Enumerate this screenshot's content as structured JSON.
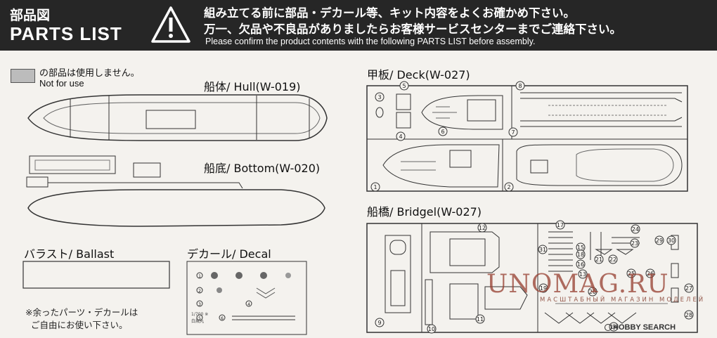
{
  "header": {
    "title_jp": "部品図",
    "title_en": "PARTS LIST",
    "warning_line1": "組み立てる前に部品・デカール等、キット内容をよくお確かめ下さい。",
    "warning_line2": "万一、欠品や不良品がありましたらお客様サービスセンターまでご連絡下さい。",
    "warning_line3": "Please confirm the product contents with the following PARTS LIST before assembly."
  },
  "legend": {
    "not_for_use_jp": "の部品は使用しません。",
    "not_for_use_en": "Not for use"
  },
  "sections": {
    "hull": "船体/ Hull(W-019)",
    "bottom": "船底/ Bottom(W-020)",
    "ballast": "バラスト/ Ballast",
    "decal": "デカール/ Decal",
    "deck": "甲板/ Deck(W-027)",
    "bridge": "船橋/ Bridgel(W-027)"
  },
  "note": {
    "line1": "※余ったパーツ・デカールは",
    "line2": "ご自由にお使い下さい。"
  },
  "deck_part_numbers": [
    "1",
    "2",
    "3",
    "4",
    "5",
    "6",
    "7",
    "8"
  ],
  "bridge_part_numbers": [
    "9",
    "10",
    "11",
    "12",
    "13",
    "14",
    "15",
    "16",
    "17",
    "18",
    "19",
    "20",
    "21",
    "22",
    "23",
    "24",
    "25",
    "26",
    "27",
    "28",
    "29",
    "30",
    "31"
  ],
  "decal_numbers": [
    "1",
    "2",
    "3",
    "4",
    "5",
    "6"
  ],
  "decal_text": {
    "scale": "1/700 ※",
    "name": "白鳳丸"
  },
  "watermark": {
    "main": "UNOMAG.RU",
    "sub": "МАСШТАБНЫЙ МАГАЗИН МОДЕЛЕЙ",
    "corner": "HOBBY SEARCH"
  }
}
